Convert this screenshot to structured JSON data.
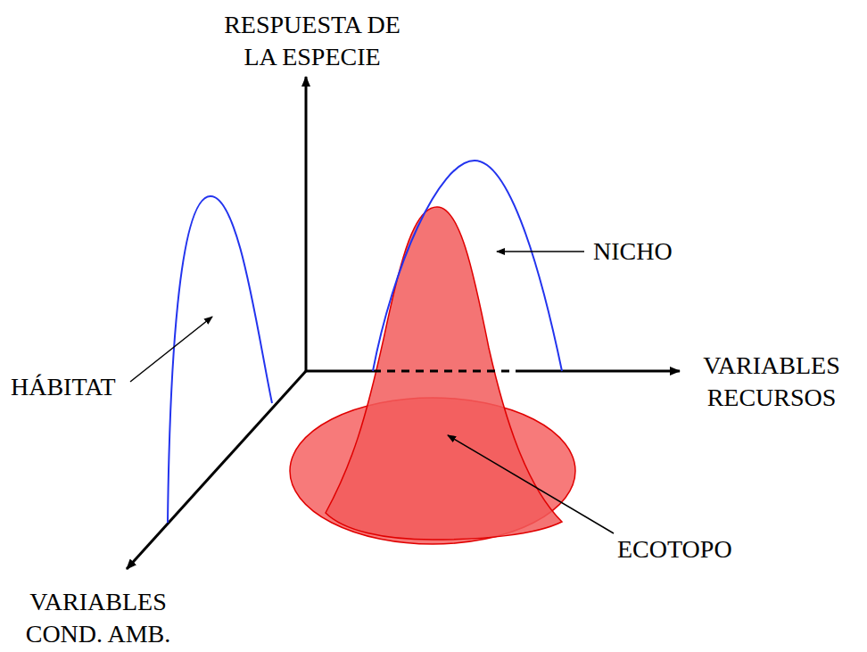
{
  "diagram": {
    "labels": [
      "RESPUESTA DE LA ESPECIE",
      "VARIABLES RECURSOS",
      "VARIABLES COND. AMB.",
      "HÁBITAT",
      "NICHO",
      "ECOTOPO"
    ]
  }
}
